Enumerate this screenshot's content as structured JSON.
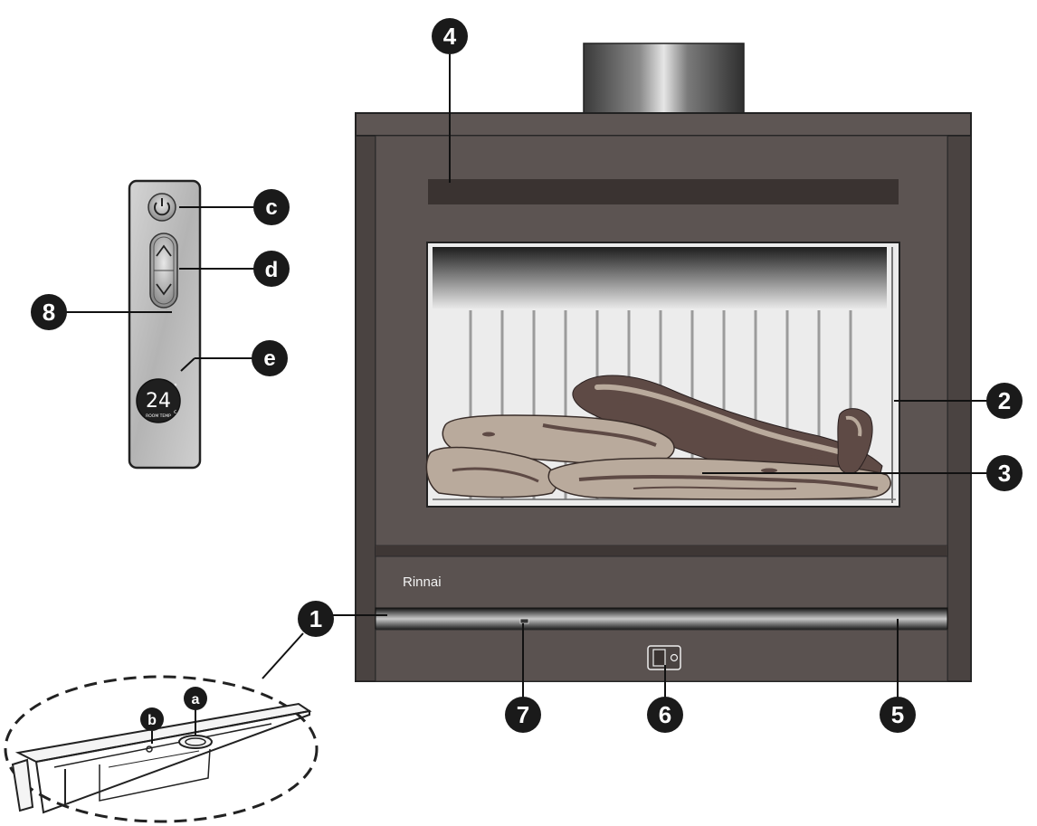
{
  "brand": {
    "name": "Rinnai"
  },
  "remote": {
    "display_value": "24",
    "display_unit_top": "°",
    "display_unit_bottom": "c",
    "display_caption": "ROOM TEMP"
  },
  "callouts": {
    "c1": "1",
    "c2": "2",
    "c3": "3",
    "c4": "4",
    "c5": "5",
    "c6": "6",
    "c7": "7",
    "c8": "8",
    "ca": "a",
    "cb": "b",
    "cc": "c",
    "cd": "d",
    "ce": "e"
  },
  "colors": {
    "body": "#5a5250",
    "body_dark": "#3e3735",
    "outline": "#222222",
    "glass": "#ececec",
    "log_light": "#b9aa9c",
    "log_dark": "#5e4a45",
    "remote": "#c2c2c2",
    "callout": "#1a1a1a"
  }
}
